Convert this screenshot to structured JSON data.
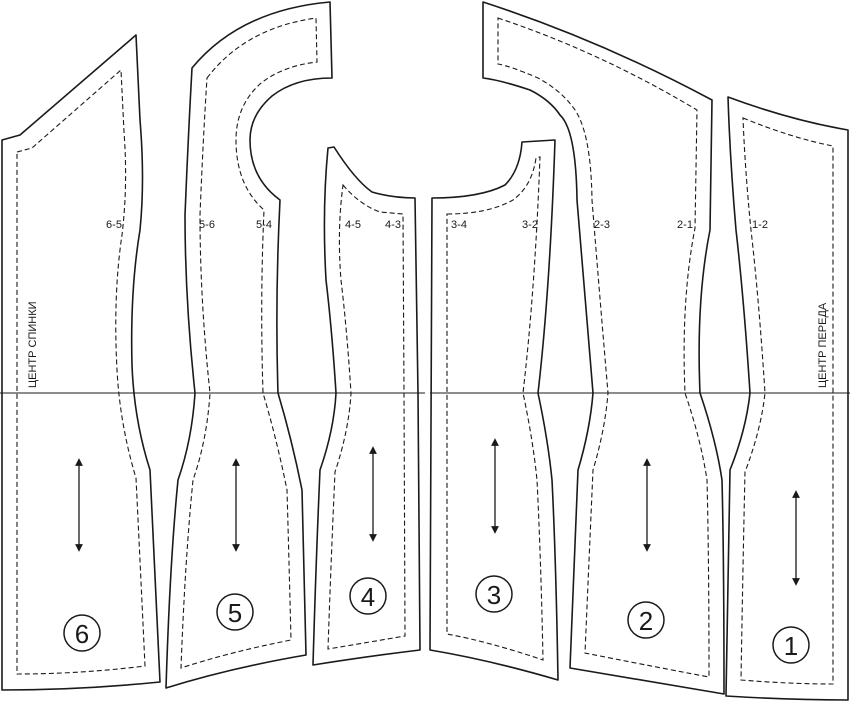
{
  "pieces": [
    {
      "number": "6",
      "seams": [
        "6-5"
      ]
    },
    {
      "number": "5",
      "seams": [
        "5-6",
        "5-4"
      ]
    },
    {
      "number": "4",
      "seams": [
        "4-5",
        "4-3"
      ]
    },
    {
      "number": "3",
      "seams": [
        "3-4",
        "3-2"
      ]
    },
    {
      "number": "2",
      "seams": [
        "2-3",
        "2-1"
      ]
    },
    {
      "number": "1",
      "seams": [
        "1-2"
      ]
    }
  ],
  "labels": {
    "center_back": "ЦЕНТР СПИНКИ",
    "center_front": "ЦЕНТР ПЕРЕДА"
  },
  "colors": {
    "line": "#1a1a1a",
    "background": "#ffffff"
  }
}
